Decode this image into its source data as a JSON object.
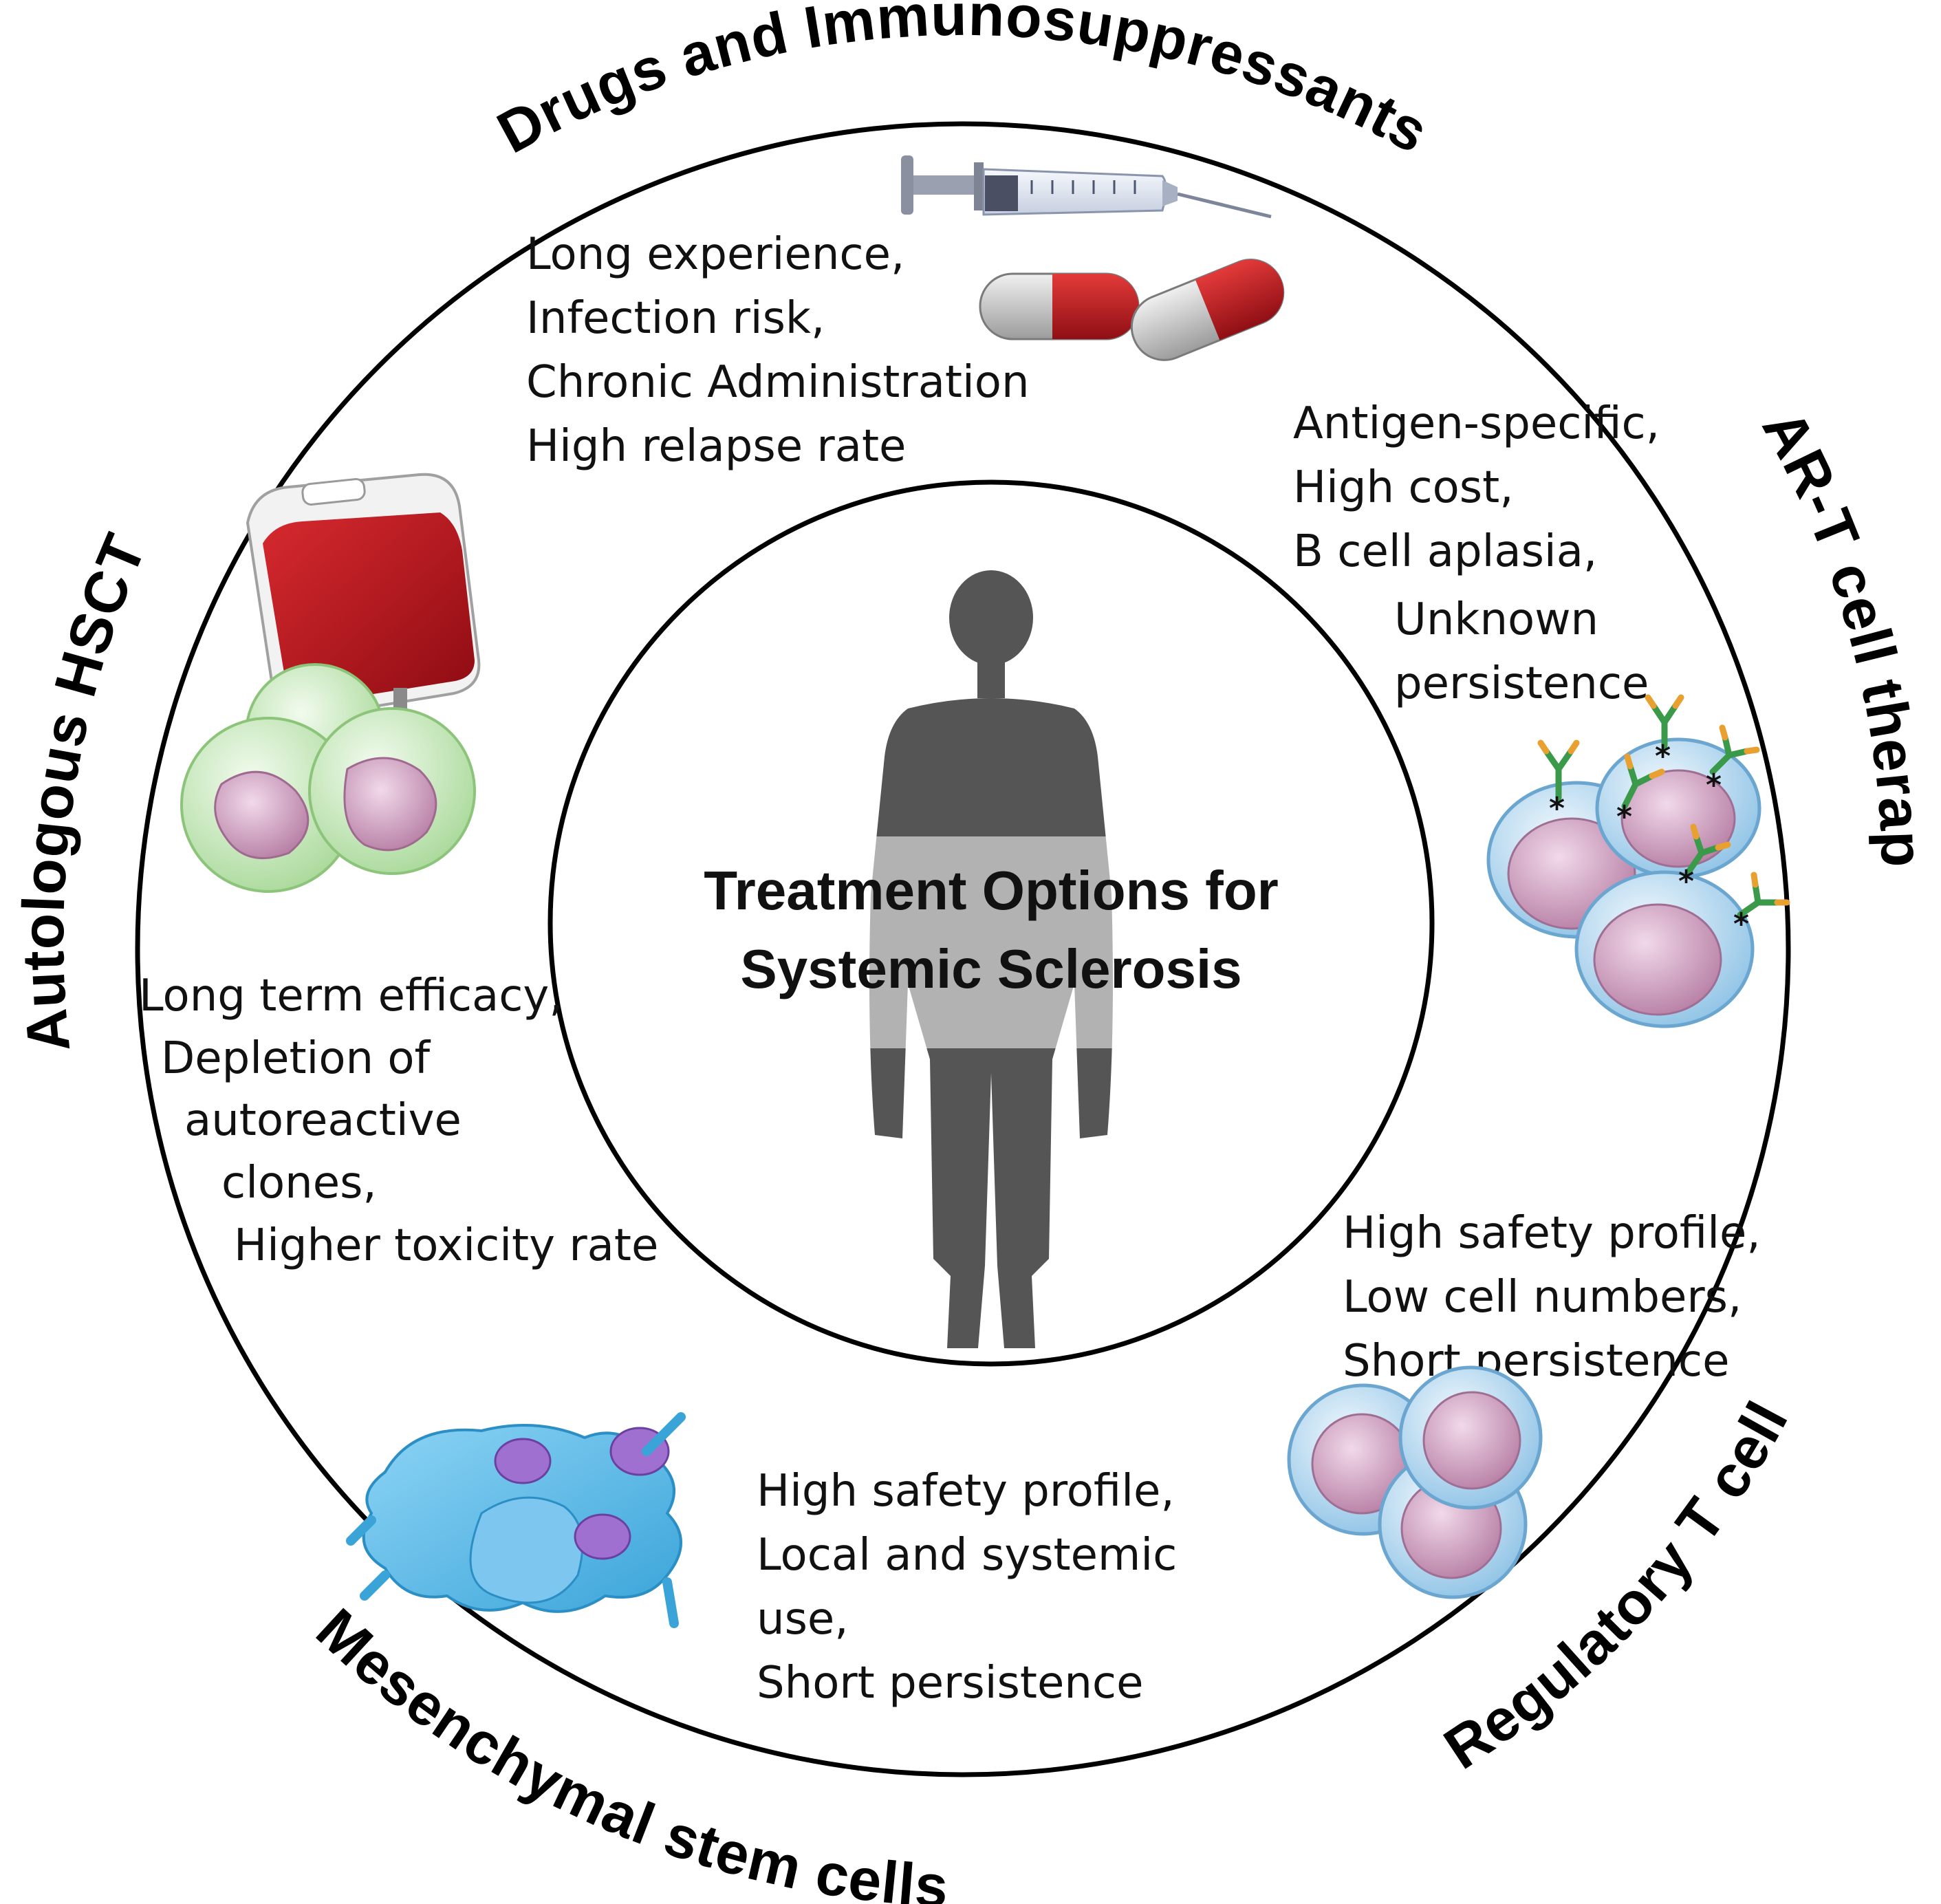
{
  "center": {
    "title_line1": "Treatment Options for",
    "title_line2": "Systemic Sclerosis"
  },
  "sections": {
    "drugs": {
      "title": "Drugs and Immunosuppressants",
      "notes": [
        "Long experience,",
        "Infection risk,",
        "Chronic Administration",
        "High relapse rate"
      ]
    },
    "cart": {
      "title": "CAR-T cell therapy",
      "notes": [
        "Antigen-specific,",
        "High cost,",
        "B cell aplasia,",
        "Unknown",
        "persistence"
      ]
    },
    "treg": {
      "title": "Regulatory T cells",
      "notes": [
        "High safety profile,",
        "Low cell numbers,",
        "Short persistence"
      ]
    },
    "msc": {
      "title": "Mesenchymal stem cells",
      "notes": [
        "High safety profile,",
        "Local and systemic",
        "use,",
        "Short persistence"
      ]
    },
    "hsct": {
      "title": "Autologous HSCT",
      "notes": [
        "Long term efficacy,",
        "Depletion of",
        "autoreactive",
        "clones,",
        "Higher toxicity rate"
      ]
    }
  },
  "icons": [
    "human-silhouette-icon",
    "syringe-icon",
    "capsule-icon",
    "blood-bag-icon",
    "stem-cell-icon",
    "car-t-cell-icon",
    "regulatory-t-cell-icon",
    "mesenchymal-cell-icon"
  ],
  "colors": {
    "blood_red": "#b5121b",
    "cell_green": "#c8e8b8",
    "cell_nucleus_pink": "#d8a8c8",
    "cell_blue": "#bcdcf0",
    "msc_blue": "#5cb8e6",
    "msc_nucleus_purple": "#a070d0",
    "antibody_green": "#3a9a4a",
    "antibody_orange": "#e8a030",
    "silhouette_gray": "#555555"
  }
}
